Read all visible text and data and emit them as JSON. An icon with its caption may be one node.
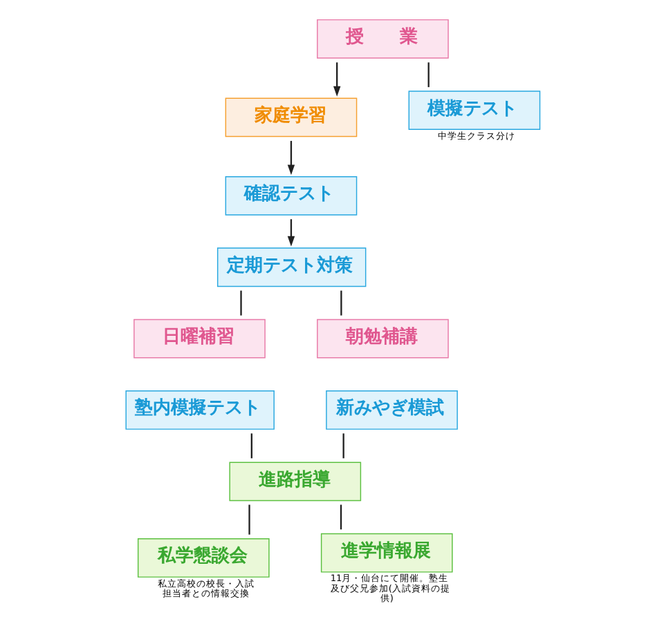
{
  "diagram": {
    "nodes": [
      {
        "text": [
          "授　　業"
        ]
      },
      {
        "text": [
          "家庭学習"
        ]
      },
      {
        "text": [
          "確認テスト"
        ]
      },
      {
        "text": [
          "定期テスト対策"
        ]
      },
      {
        "text": [
          "日曜補習"
        ]
      },
      {
        "text": [
          "朝勉補講"
        ]
      },
      {
        "text": [
          "模擬テスト"
        ],
        "beside": [
          "中学生クラス分け"
        ]
      },
      {
        "text": [
          "塾内模擬テスト"
        ]
      },
      {
        "text": [
          "新みやぎ模試"
        ]
      },
      {
        "text": [
          "進路指導"
        ]
      },
      {
        "text": [
          "私学懇談会"
        ],
        "beside": [
          "私立高校の校長・入試担当者との情報交換"
        ]
      },
      {
        "text": [
          "進学情報展"
        ],
        "beside": [
          "11月・仙台にて開催。塾生及び父兄参加(入試資料の提供)"
        ]
      }
    ],
    "edges": [
      {
        "from": 0,
        "to": 1,
        "arrow": "to"
      },
      {
        "from": 1,
        "to": 2,
        "arrow": "to"
      },
      {
        "from": 2,
        "to": 3,
        "arrow": "to"
      },
      {
        "from": 3,
        "to": 4,
        "arrow": "none"
      },
      {
        "from": 3,
        "to": 5,
        "arrow": "none"
      },
      {
        "from": 0,
        "to": 6,
        "arrow": "none"
      },
      {
        "from": 7,
        "to": 9,
        "arrow": "none"
      },
      {
        "from": 8,
        "to": 9,
        "arrow": "none"
      },
      {
        "from": 9,
        "to": 10,
        "arrow": "none"
      },
      {
        "from": 9,
        "to": 11,
        "arrow": "none"
      }
    ]
  }
}
